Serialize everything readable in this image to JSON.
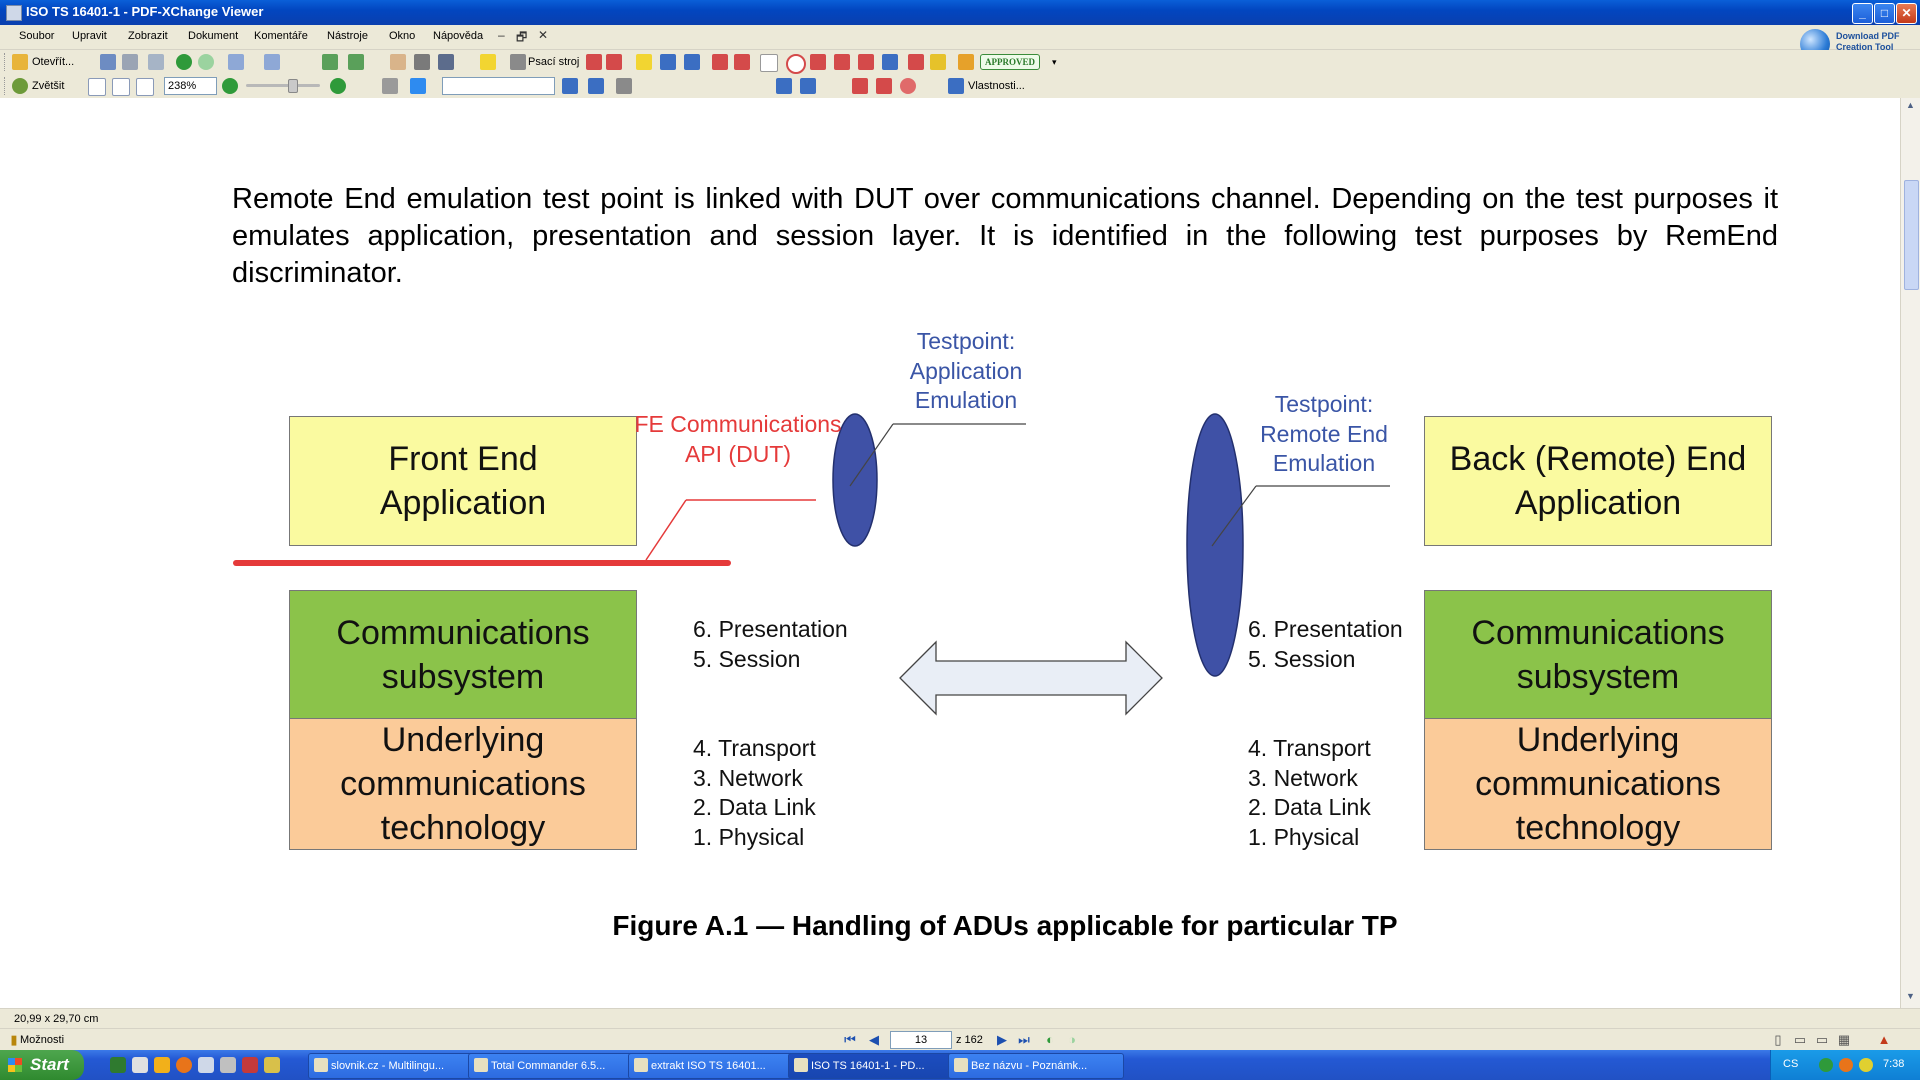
{
  "window": {
    "title": "ISO TS 16401-1 - PDF-XChange Viewer",
    "min": "_",
    "max": "□",
    "close": "✕"
  },
  "menu": {
    "items": [
      "Soubor",
      "Upravit",
      "Zobrazit",
      "Dokument",
      "Komentáře",
      "Nástroje",
      "Okno",
      "Nápověda"
    ],
    "mdi": [
      "–",
      "🗗",
      "✕"
    ]
  },
  "promo": {
    "line1": "Download PDF",
    "line2": "Creation Tool"
  },
  "toolbar1": {
    "open_label": "Otevřít...",
    "typewriter_label": "Psací stroj",
    "stamp_label": "APPROVED"
  },
  "toolbar2": {
    "zoom_tool_label": "Zvětšit",
    "zoom_value": "238%",
    "properties_label": "Vlastnosti..."
  },
  "document": {
    "paragraph": "Remote End emulation test point is linked with DUT over communications channel. Depending on the test purposes it emulates application, presentation and session layer. It is identified in the following test purposes by RemEnd discriminator.",
    "figure": {
      "front_app": "Front End Application",
      "back_app": "Back (Remote) End Application",
      "comm_subsystem": "Communications subsystem",
      "underlying": "Underlying communications technology",
      "fe_api": "FE Communications API (DUT)",
      "tp_app": "Testpoint: Application Emulation",
      "tp_remote": "Testpoint: Remote End Emulation",
      "upper_layers": "6. Presentation\n5. Session",
      "lower_layers": "4. Transport\n3. Network\n2. Data Link\n1. Physical",
      "caption": "Figure A.1 — Handling of ADUs applicable for particular TP"
    }
  },
  "status": {
    "dims": "20,99 x 29,70 cm",
    "options": "Možnosti"
  },
  "nav": {
    "page": "13",
    "total": "z 162"
  },
  "taskbar": {
    "start": "Start",
    "tasks": [
      "slovnik.cz - Multilingu...",
      "Total Commander 6.5...",
      "extrakt ISO TS 16401...",
      "ISO TS 16401-1 - PD...",
      "Bez názvu - Poznámk..."
    ],
    "lang": "CS",
    "clock": "7:38"
  },
  "colors": {
    "titlebar": "#0a5fd8",
    "box_yellow": "#fafaa0",
    "box_green": "#8bc34a",
    "box_orange": "#fbcb99",
    "testpoint_blue": "#3a55a6",
    "fe_red": "#e53a3a"
  }
}
